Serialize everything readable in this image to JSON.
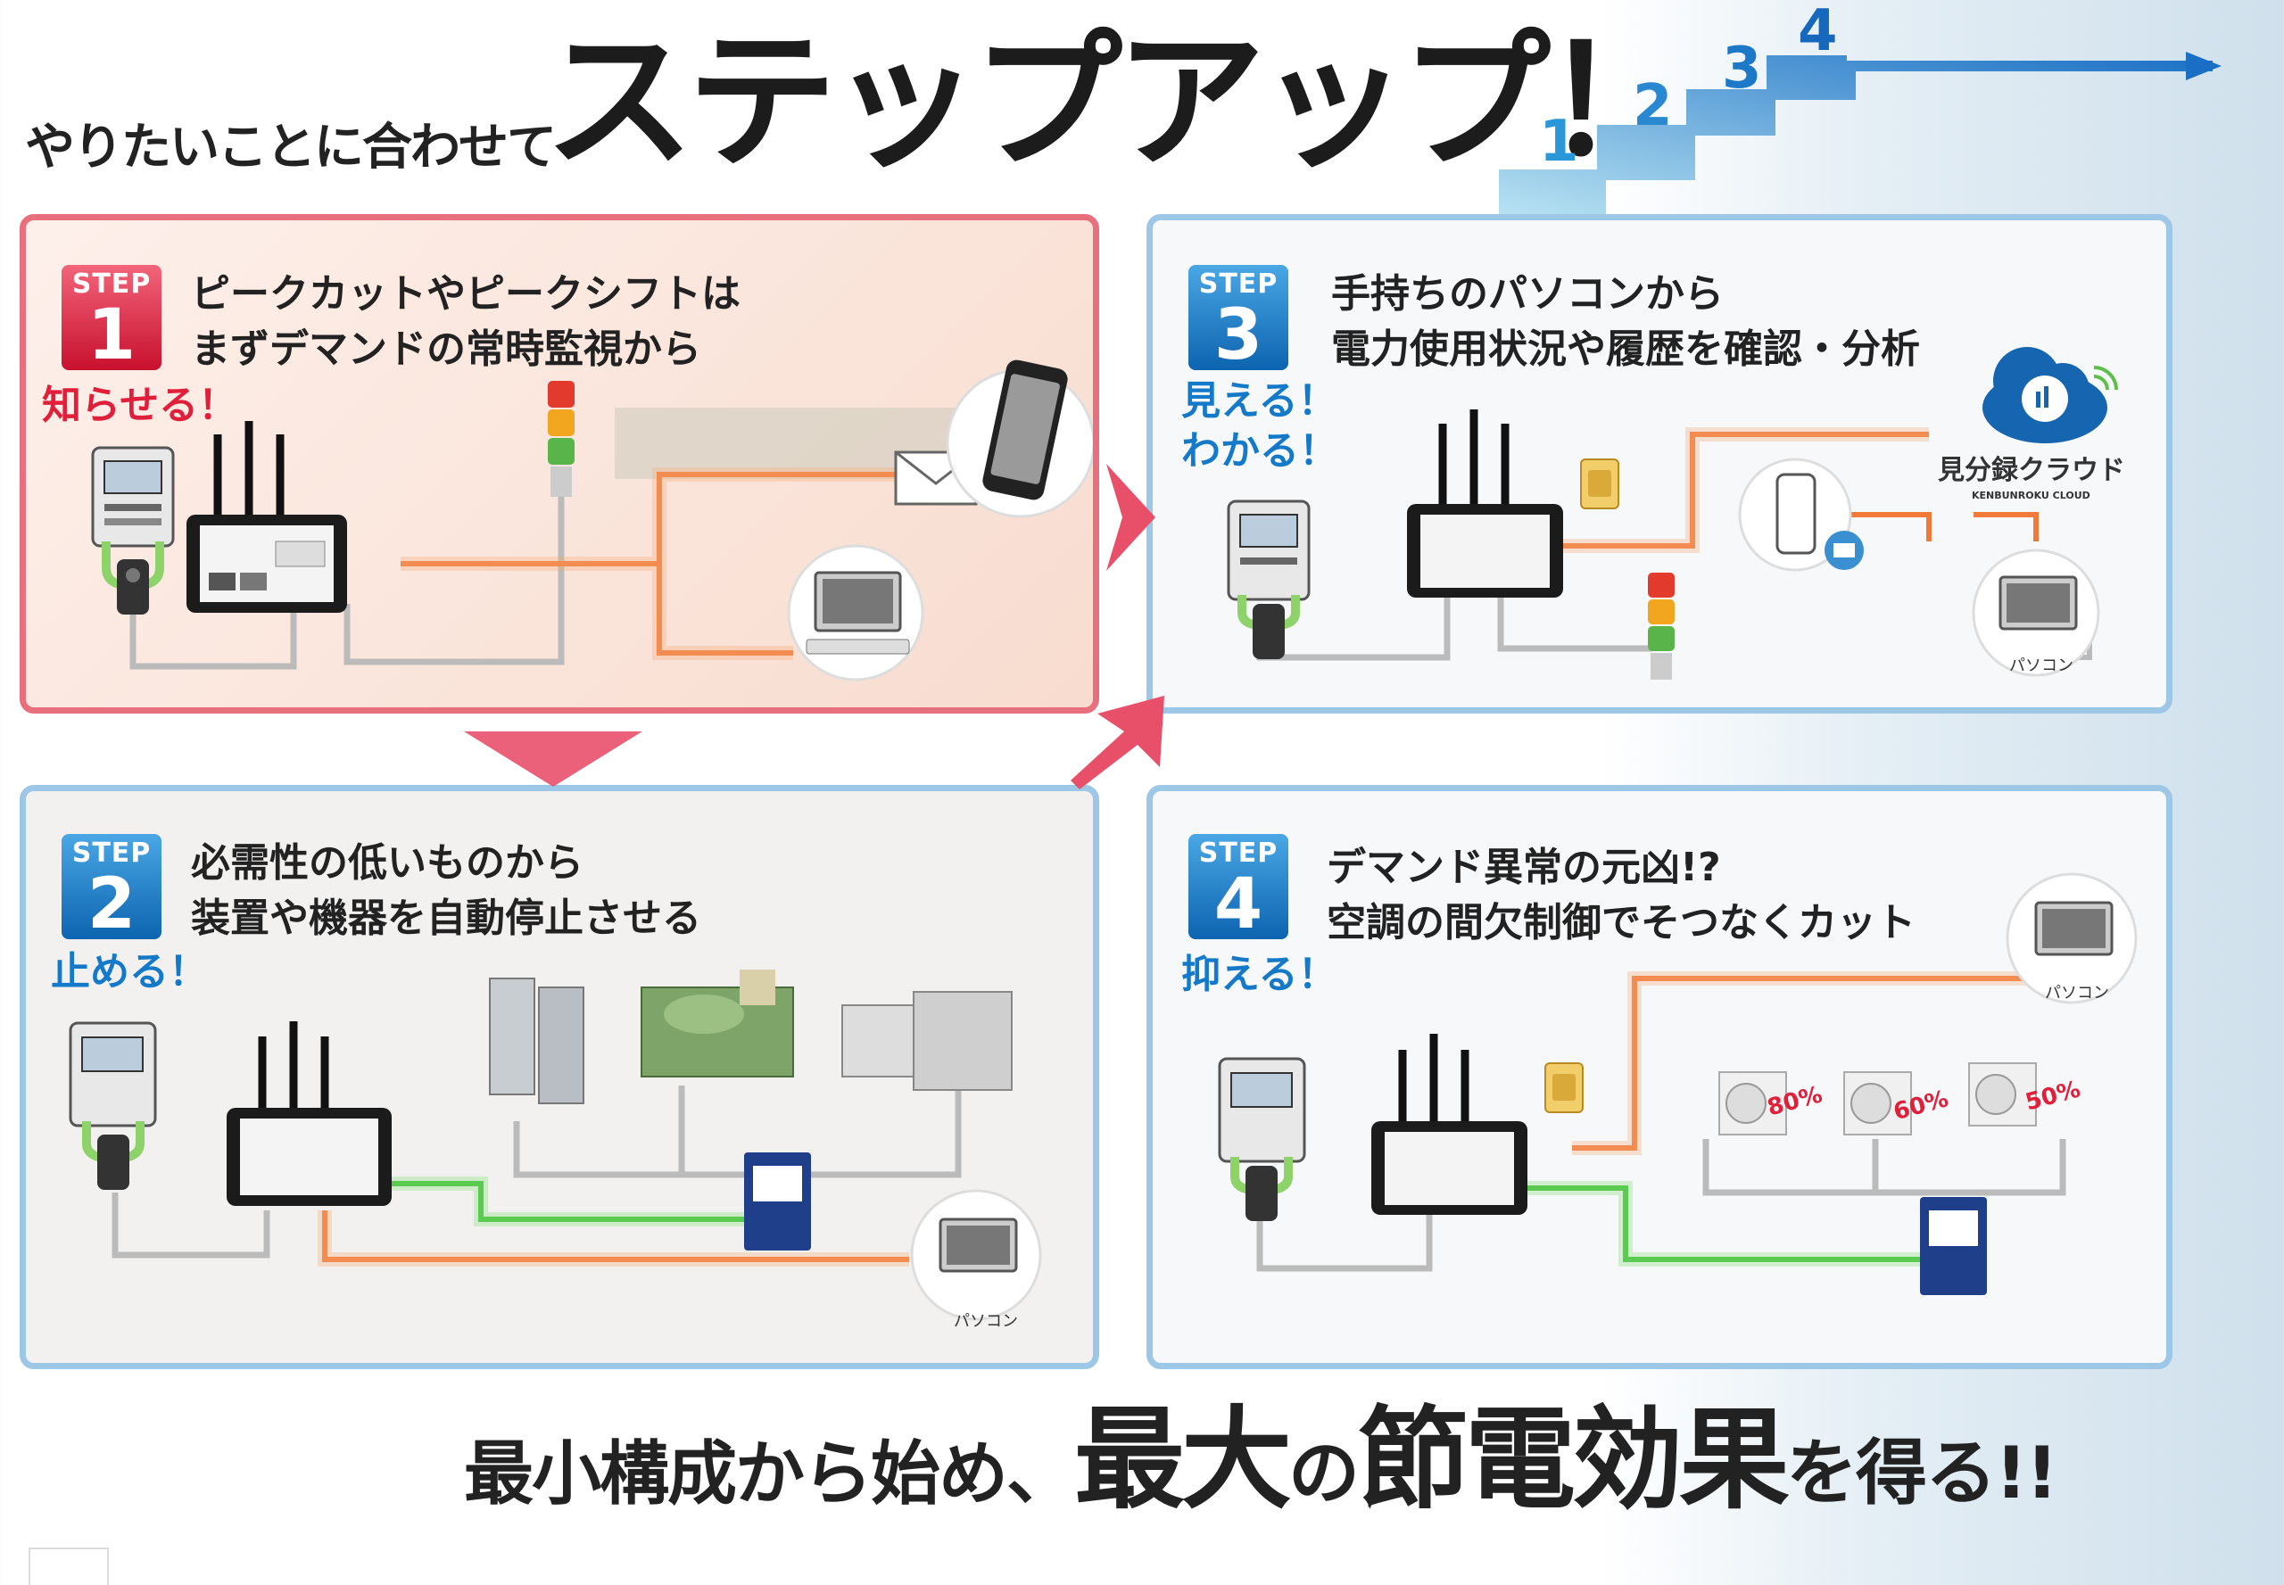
{
  "header": {
    "lead": "やりたいことに合わせて",
    "title": "ステップアップ！",
    "stairs": [
      "1",
      "2",
      "3",
      "4"
    ]
  },
  "steps": [
    {
      "badge_label": "STEP",
      "number": "1",
      "line1": "ピークカットやピークシフトは",
      "line2": "まずデマンドの常時監視から",
      "tag": "知らせる！",
      "tag2": ""
    },
    {
      "badge_label": "STEP",
      "number": "2",
      "line1": "必需性の低いものから",
      "line2": "装置や機器を自動停止させる",
      "tag": "止める！",
      "tag2": ""
    },
    {
      "badge_label": "STEP",
      "number": "3",
      "line1": "手持ちのパソコンから",
      "line2": "電力使用状況や履歴を確認・分析",
      "tag": "見える！",
      "tag2": "わかる！"
    },
    {
      "badge_label": "STEP",
      "number": "4",
      "line1": "デマンド異常の元凶!?",
      "line2": "空調の間欠制御でそつなくカット",
      "tag": "抑える！",
      "tag2": ""
    }
  ],
  "labels": {
    "pc": "パソコン",
    "cloud_name": "見分録クラウド",
    "cloud_sub": "KENBUNROKU CLOUD",
    "ac_levels": [
      "80%",
      "60%",
      "50%"
    ]
  },
  "footer": {
    "part1": "最小構成から始め、",
    "part2": "最大",
    "part3": "の",
    "part4": "節電効果",
    "part5": "を得る!!"
  },
  "colors": {
    "step1_border": "#e8707e",
    "panel_border": "#9cc7e6",
    "red_badge": "#c8102e",
    "blue_badge": "#0d64b0",
    "orange_line": "#f07a3a",
    "green_line": "#3fbf3a",
    "gray_line": "#bbbbbb",
    "arrow_pink": "#e8506a"
  }
}
